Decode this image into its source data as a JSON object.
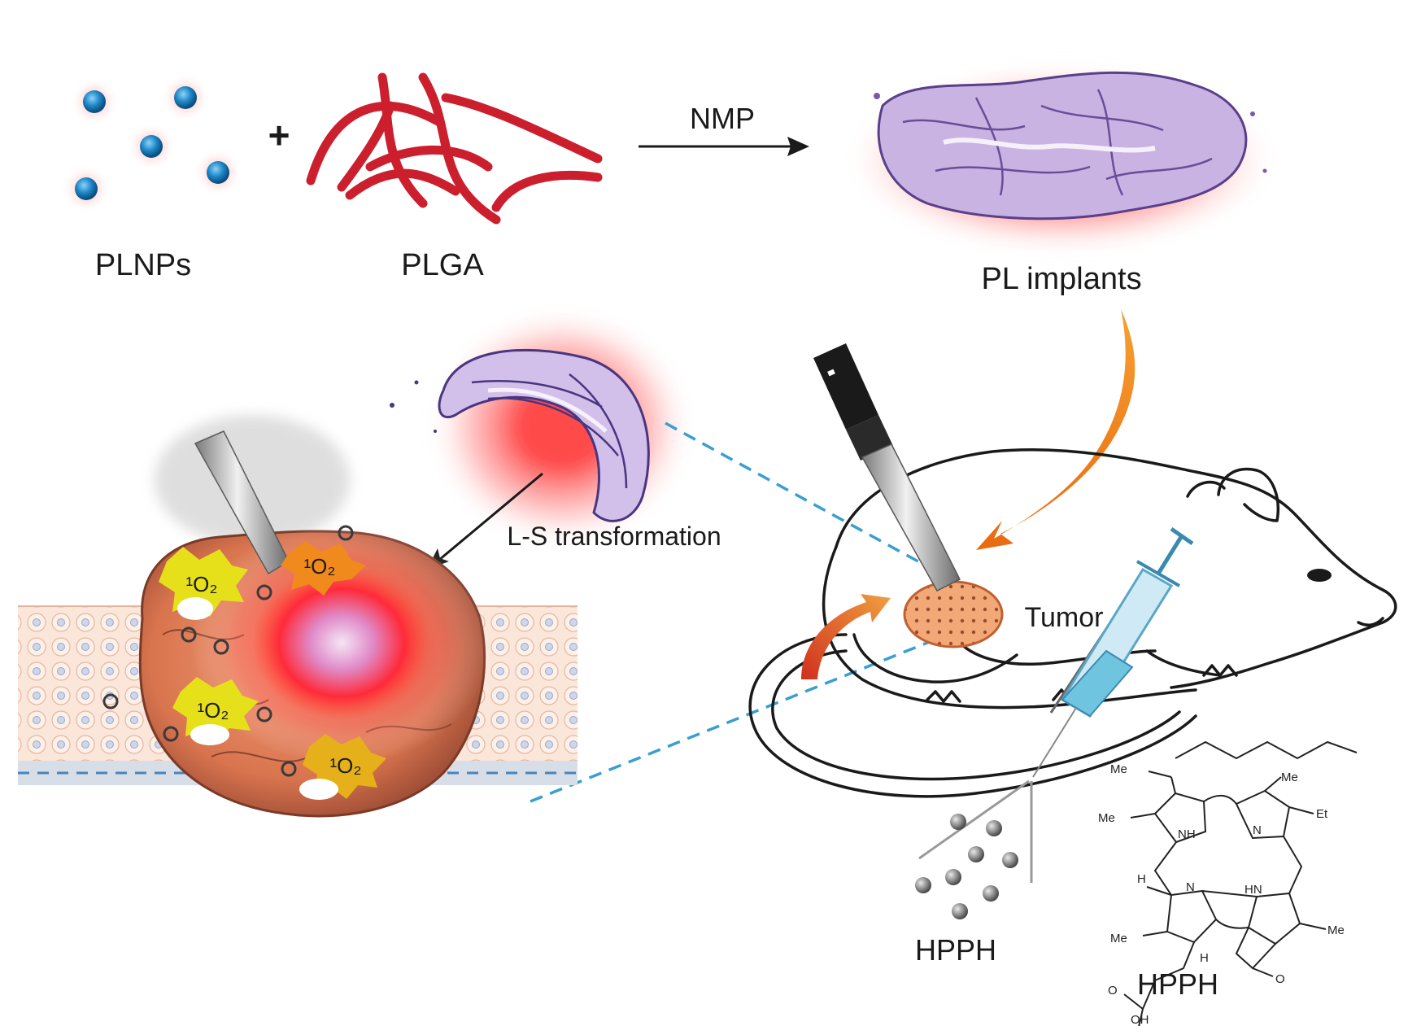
{
  "labels": {
    "plnps": "PLNPs",
    "plus": "+",
    "plga": "PLGA",
    "nmp": "NMP",
    "pl_implants": "PL implants",
    "ls_transformation": "L-S transformation",
    "tumor": "Tumor",
    "hpph_particles": "HPPH",
    "hpph_structure": "HPPH",
    "singlet_oxygen": "¹O₂"
  },
  "structure_labels": {
    "me_top": "Me",
    "me_right_top": "Me",
    "et": "Et",
    "me_left": "Me",
    "nh_top": "NH",
    "n_top": "N",
    "n_left": "N",
    "hn_bottom": "HN",
    "h_left": "H",
    "me_bottom_left": "Me",
    "me_right_bottom": "Me",
    "h_bottom": "H",
    "o_ketone": "O",
    "o_acid": "O",
    "oh_acid": "OH"
  },
  "colors": {
    "nanoparticle": "#1e88c8",
    "plga": "#cc1f2e",
    "implant": "#9b7fc4",
    "glow": "#ff3a3a",
    "arrow_orange": "#f08a1c",
    "dashed": "#3a9fd0",
    "singlet_burst": "#e6e01a"
  }
}
